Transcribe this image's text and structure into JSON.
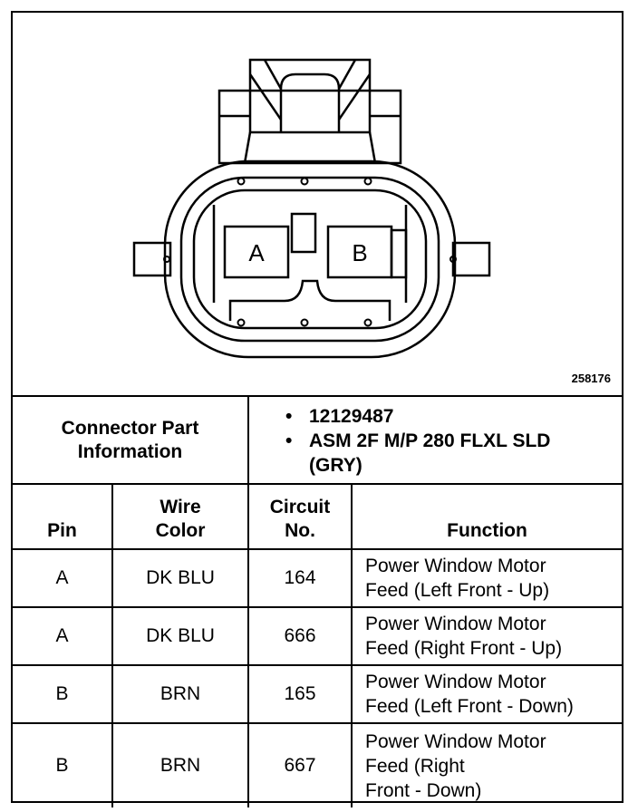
{
  "figure_number": "258176",
  "connector": {
    "pin_labels": [
      "A",
      "B"
    ],
    "info_label": "Connector Part Information",
    "info_items": [
      "12129487",
      "ASM 2F M/P 280 FLXL SLD (GRY)"
    ]
  },
  "table": {
    "headers": {
      "pin": "Pin",
      "wire_color": "Wire Color",
      "circuit_no": "Circuit No.",
      "function": "Function"
    },
    "rows": [
      {
        "pin": "A",
        "wire_color": "DK BLU",
        "circuit": "164",
        "function_l1": "Power Window Motor",
        "function_l2": "Feed (Left Front - Up)",
        "function_l3": ""
      },
      {
        "pin": "A",
        "wire_color": "DK BLU",
        "circuit": "666",
        "function_l1": "Power Window Motor",
        "function_l2": "Feed (Right Front - Up)",
        "function_l3": ""
      },
      {
        "pin": "B",
        "wire_color": "BRN",
        "circuit": "165",
        "function_l1": "Power Window Motor",
        "function_l2": "Feed (Left Front - Down)",
        "function_l3": ""
      },
      {
        "pin": "B",
        "wire_color": "BRN",
        "circuit": "667",
        "function_l1": "Power Window Motor",
        "function_l2": "Feed (Right",
        "function_l3": "Front - Down)"
      }
    ]
  }
}
